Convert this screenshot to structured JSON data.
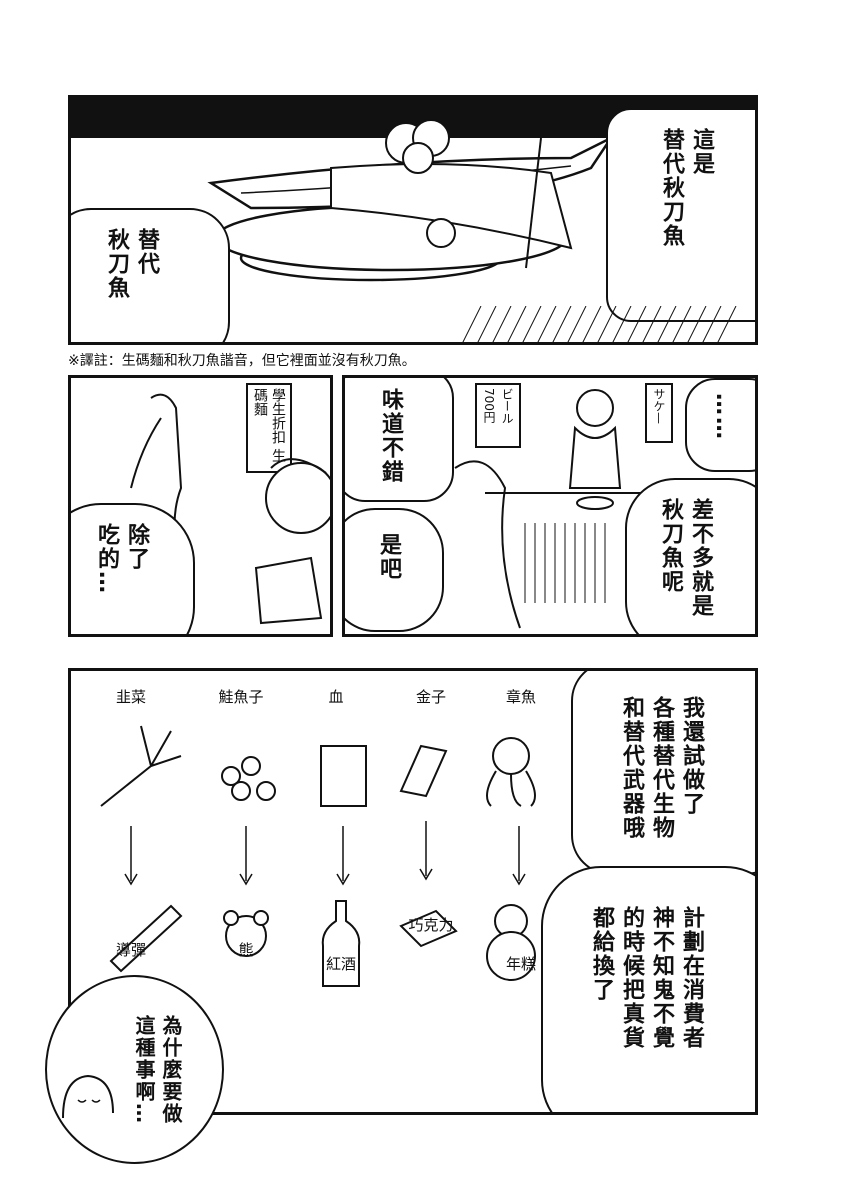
{
  "panel1": {
    "caption_right": "這是\n替代秋刀魚",
    "caption_left": "替代\n秋刀魚",
    "note": "※譯註：生碼麵和秋刀魚諧音，但它裡面並沒有秋刀魚。"
  },
  "panel2": {
    "sign": "學生折扣\n生碼麵",
    "bubble": "除了\n吃的…"
  },
  "panel3": {
    "sign_left": "ビール\n700円",
    "sign_right": "サケ—",
    "bubble_left1": "味道不錯",
    "bubble_left2": "是吧",
    "bubble_right1": "……",
    "bubble_right2": "差不多就是\n秋刀魚呢"
  },
  "panel4": {
    "items": [
      {
        "from": "韭菜",
        "to": "導彈"
      },
      {
        "from": "鮭魚子",
        "to": "熊"
      },
      {
        "from": "血",
        "to": "紅酒"
      },
      {
        "from": "金子",
        "to": "巧克力"
      },
      {
        "from": "章魚",
        "to": "年糕"
      }
    ],
    "bubble_top": "我還試做了\n各種替代生物\n和替代武器哦",
    "bubble_mid": "計劃在消費者\n神不知鬼不覺\n的時候把真貨\n都給換了",
    "bubble_bottom": "為什麼要做\n這種事啊…"
  }
}
